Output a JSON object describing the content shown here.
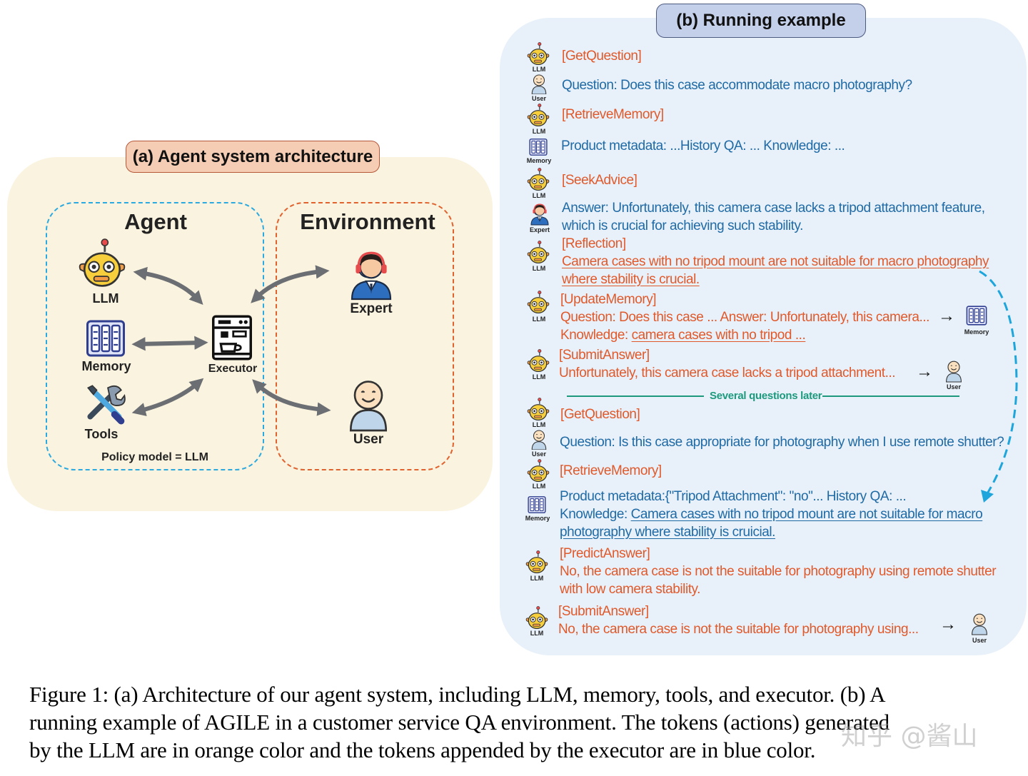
{
  "panel_a": {
    "title": "(a) Agent system architecture",
    "agent_label": "Agent",
    "environment_label": "Environment",
    "llm_label": "LLM",
    "memory_label": "Memory",
    "tools_label": "Tools",
    "executor_label": "Executor",
    "expert_label": "Expert",
    "user_label": "User",
    "policy_label": "Policy model = LLM"
  },
  "panel_b": {
    "title": "(b) Running example",
    "icon_labels": {
      "llm": "LLM",
      "user": "User",
      "memory": "Memory",
      "expert": "Expert"
    },
    "arrow": "→",
    "several_later": "Several questions later",
    "lines": {
      "l01": "[GetQuestion]",
      "l02": "Question: Does this case accommodate macro photography?",
      "l03": "[RetrieveMemory]",
      "l04": "Product metadata: ...History QA: ... Knowledge: ...",
      "l05": "[SeekAdvice]",
      "l06": "Answer: Unfortunately, this camera case lacks a tripod attachment feature,",
      "l07": "which is crucial for achieving such stability.",
      "l08": "[Reflection]",
      "l09": "Camera cases with no tripod mount are not suitable for macro photography",
      "l10": "where stability is crucial.",
      "l11": "[UpdateMemory]",
      "l12": "Question: Does this case ...  Answer: Unfortunately, this camera...",
      "l13a": "Knowledge: ",
      "l13b": "camera cases with no tripod ...",
      "l14": "[SubmitAnswer]",
      "l15": "Unfortunately, this camera case lacks a tripod attachment...",
      "l16": "[GetQuestion]",
      "l17": "Question: Is this case appropriate for photography when I use remote shutter?",
      "l18": "[RetrieveMemory]",
      "l19": "Product metadata:{\"Tripod Attachment\": \"no\"... History QA: ...",
      "l20a": "Knowledge: ",
      "l20b": "Camera cases with no tripod mount are not suitable for macro",
      "l21": "photography where stability is cruicial.",
      "l22": "[PredictAnswer]",
      "l23": "No, the camera case is not the suitable for photography using remote shutter",
      "l24": "with low camera stability.",
      "l25": "[SubmitAnswer]",
      "l26": "No, the camera case is not the suitable for photography using..."
    }
  },
  "caption": {
    "line1": "Figure 1: (a) Architecture of our agent system, including LLM, memory, tools, and executor. (b) A",
    "line2": "running example of AGILE in a customer service QA environment. The tokens (actions) generated",
    "line3": "by the LLM are in orange color and the tokens appended by the executor are in blue color."
  },
  "watermark": "知乎 @酱山",
  "colors": {
    "orange_text": "#e0592b",
    "blue_text": "#1f6aa5",
    "agent_border": "#2ca9de",
    "environment_border": "#e0622e",
    "panel_a_bg": "#faf3df",
    "panel_b_bg": "#e8f1fa"
  }
}
